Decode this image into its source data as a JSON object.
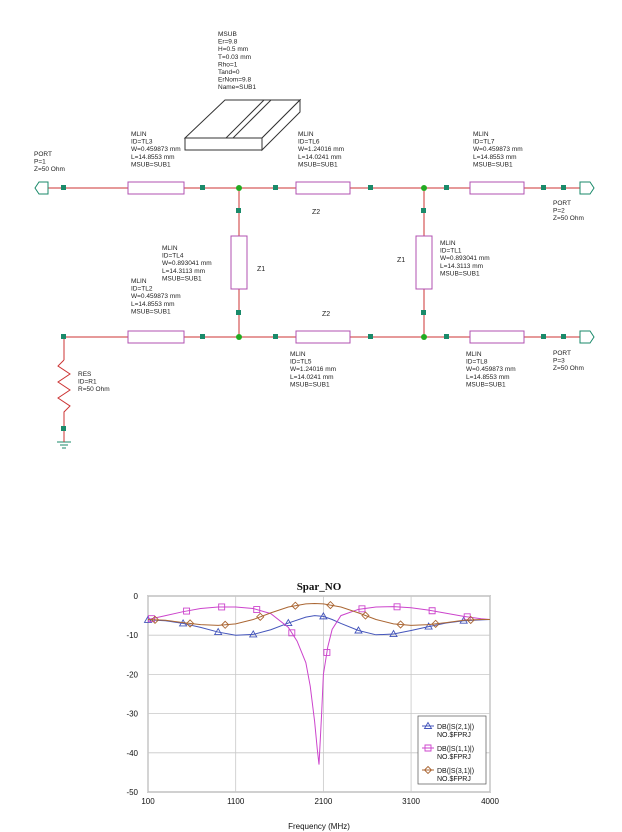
{
  "colors": {
    "wire": "#cc3333",
    "box": "#b050b0",
    "node": "#22aa22",
    "port": "#1a8a6a",
    "text": "#222222",
    "substrate": "#333333"
  },
  "substrate": {
    "lines": [
      "MSUB",
      "Er=9.8",
      "H=0.5 mm",
      "T=0.03 mm",
      "Rho=1",
      "Tand=0",
      "ErNom=9.8",
      "Name=SUB1"
    ]
  },
  "ports": {
    "p1": [
      "PORT",
      "P=1",
      "Z=50 Ohm"
    ],
    "p2": [
      "PORT",
      "P=2",
      "Z=50 Ohm"
    ],
    "p3": [
      "PORT",
      "P=3",
      "Z=50 Ohm"
    ]
  },
  "lines": {
    "tl3": [
      "MLIN",
      "ID=TL3",
      "W=0.459873 mm",
      "L=14.8553 mm",
      "MSUB=SUB1"
    ],
    "tl6": [
      "MLIN",
      "ID=TL6",
      "W=1.24016 mm",
      "L=14.0241 mm",
      "MSUB=SUB1"
    ],
    "tl7": [
      "MLIN",
      "ID=TL7",
      "W=0.459873 mm",
      "L=14.8553 mm",
      "MSUB=SUB1"
    ],
    "tl4": [
      "MLIN",
      "ID=TL4",
      "W=0.893041 mm",
      "L=14.3113 mm",
      "MSUB=SUB1"
    ],
    "tl1": [
      "MLIN",
      "ID=TL1",
      "W=0.893041 mm",
      "L=14.3113 mm",
      "MSUB=SUB1"
    ],
    "tl2": [
      "MLIN",
      "ID=TL2",
      "W=0.459873 mm",
      "L=14.8553 mm",
      "MSUB=SUB1"
    ],
    "tl5": [
      "MLIN",
      "ID=TL5",
      "W=1.24016 mm",
      "L=14.0241 mm",
      "MSUB=SUB1"
    ],
    "tl8": [
      "MLIN",
      "ID=TL8",
      "W=0.459873 mm",
      "L=14.8553 mm",
      "MSUB=SUB1"
    ]
  },
  "resistor": [
    "RES",
    "ID=R1",
    "R=50 Ohm"
  ],
  "zlabels": {
    "z2_top": "Z2",
    "z2_bottom": "Z2",
    "z1_left": "Z1",
    "z1_right": "Z1"
  },
  "chart_data": {
    "type": "line",
    "title": "Spar_NO",
    "xlabel": "Frequency (MHz)",
    "ylabel": "",
    "xlim": [
      100,
      4000
    ],
    "ylim": [
      -50,
      0
    ],
    "xticks": [
      100,
      1100,
      2100,
      3100,
      4000
    ],
    "yticks": [
      0,
      -10,
      -20,
      -30,
      -40,
      -50
    ],
    "grid": true,
    "legend_position": "bottom-right",
    "series": [
      {
        "name": "DB(|S(2,1)|)",
        "sub": "NO.$FPRJ",
        "color": "#4455bb",
        "marker": "triangle",
        "x": [
          100,
          300,
          500,
          700,
          900,
          1100,
          1300,
          1500,
          1700,
          1900,
          2000,
          2100,
          2200,
          2300,
          2500,
          2700,
          2900,
          3100,
          3300,
          3500,
          3700,
          3900,
          4000
        ],
        "y": [
          -6.1,
          -6.3,
          -7.0,
          -8.0,
          -9.2,
          -10.0,
          -9.8,
          -8.6,
          -6.9,
          -5.4,
          -5.0,
          -5.2,
          -6.0,
          -7.0,
          -8.8,
          -9.9,
          -9.7,
          -8.8,
          -7.8,
          -6.9,
          -6.3,
          -6.1,
          -6.0
        ],
        "markers_x": [
          100,
          500,
          900,
          1300,
          1700,
          2100,
          2500,
          2900,
          3300,
          3700
        ]
      },
      {
        "name": "DB(|S(1,1)|)",
        "sub": "NO.$FPRJ",
        "color": "#cc44cc",
        "marker": "square",
        "x": [
          100,
          300,
          500,
          700,
          900,
          1100,
          1300,
          1500,
          1700,
          1800,
          1900,
          1950,
          2000,
          2030,
          2050,
          2080,
          2100,
          2150,
          2200,
          2300,
          2500,
          2700,
          2900,
          3100,
          3300,
          3500,
          3700,
          3900,
          4000
        ],
        "y": [
          -6.0,
          -5.0,
          -4.0,
          -3.2,
          -2.8,
          -2.8,
          -3.2,
          -4.5,
          -8.0,
          -11.5,
          -17.0,
          -23.0,
          -32.0,
          -39.0,
          -43.0,
          -30.0,
          -20.0,
          -13.0,
          -8.5,
          -5.0,
          -3.4,
          -2.8,
          -2.7,
          -3.0,
          -3.6,
          -4.4,
          -5.2,
          -5.8,
          -6.0
        ],
        "markers_x": [
          100,
          500,
          900,
          1300,
          1700,
          2100,
          2500,
          2900,
          3300,
          3700
        ]
      },
      {
        "name": "DB(|S(3,1)|)",
        "sub": "NO.$FPRJ",
        "color": "#aa6633",
        "marker": "diamond",
        "x": [
          100,
          300,
          500,
          700,
          900,
          1100,
          1300,
          1500,
          1700,
          1900,
          2000,
          2100,
          2300,
          2500,
          2700,
          2900,
          3100,
          3300,
          3500,
          3700,
          3900,
          4000
        ],
        "y": [
          -6.0,
          -6.2,
          -6.8,
          -7.3,
          -7.5,
          -7.1,
          -6.0,
          -4.3,
          -2.8,
          -2.0,
          -1.9,
          -2.0,
          -2.8,
          -4.3,
          -6.0,
          -7.1,
          -7.5,
          -7.3,
          -6.8,
          -6.2,
          -6.0,
          -6.0
        ],
        "markers_x": [
          100,
          500,
          900,
          1300,
          1700,
          2100,
          2500,
          2900,
          3300,
          3700
        ]
      }
    ]
  }
}
